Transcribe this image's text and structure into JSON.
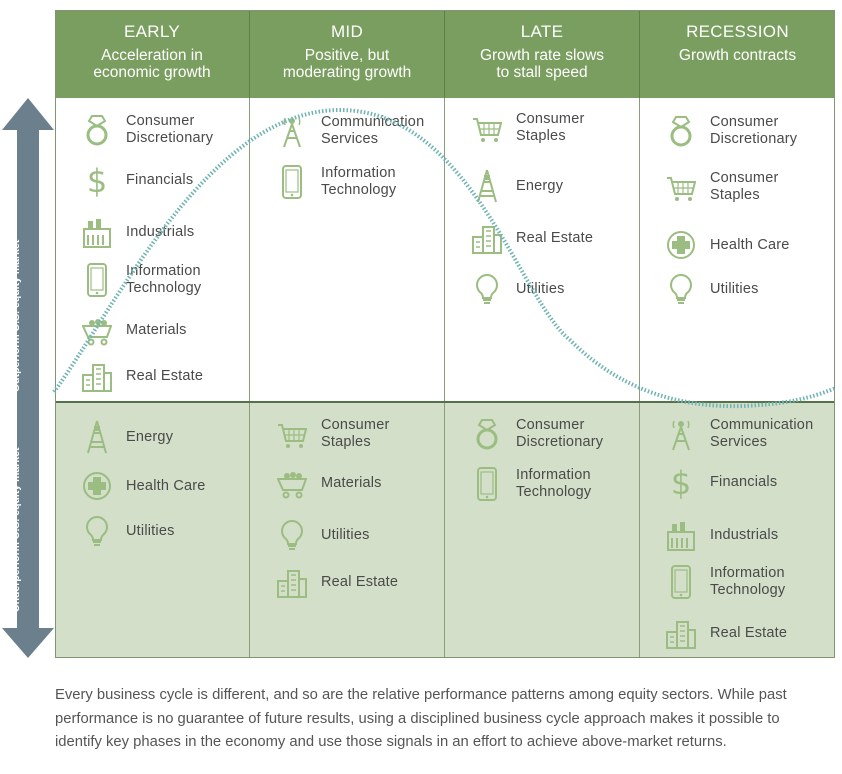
{
  "phases": [
    {
      "name": "EARLY",
      "desc": "Acceleration in\neconomic growth"
    },
    {
      "name": "MID",
      "desc": "Positive, but\nmoderating growth"
    },
    {
      "name": "LATE",
      "desc": "Growth rate slows\nto stall speed"
    },
    {
      "name": "RECESSION",
      "desc": "Growth contracts"
    }
  ],
  "axis": {
    "outperform": "Outperform U.S. equity market",
    "underperform": "Underperform U.S. equity market"
  },
  "outperform": [
    [
      {
        "label": "Consumer\nDiscretionary",
        "icon": "ring-icon"
      },
      {
        "label": "Financials",
        "icon": "dollar-icon"
      },
      {
        "label": "Industrials",
        "icon": "factory-icon"
      },
      {
        "label": "Information\nTechnology",
        "icon": "phone-icon"
      },
      {
        "label": "Materials",
        "icon": "cart-icon"
      },
      {
        "label": "Real Estate",
        "icon": "buildings-icon"
      }
    ],
    [
      {
        "label": "Communication\nServices",
        "icon": "tower-icon"
      },
      {
        "label": "Information\nTechnology",
        "icon": "phone-icon"
      }
    ],
    [
      {
        "label": "Consumer\nStaples",
        "icon": "basket-icon"
      },
      {
        "label": "Energy",
        "icon": "rig-icon"
      },
      {
        "label": "Real Estate",
        "icon": "buildings-icon"
      },
      {
        "label": "Utilities",
        "icon": "bulb-icon"
      }
    ],
    [
      {
        "label": "Consumer\nDiscretionary",
        "icon": "ring-icon"
      },
      {
        "label": "Consumer\nStaples",
        "icon": "basket-icon"
      },
      {
        "label": "Health Care",
        "icon": "cross-icon"
      },
      {
        "label": "Utilities",
        "icon": "bulb-icon"
      }
    ]
  ],
  "underperform": [
    [
      {
        "label": "Energy",
        "icon": "rig-icon"
      },
      {
        "label": "Health Care",
        "icon": "cross-icon"
      },
      {
        "label": "Utilities",
        "icon": "bulb-icon"
      }
    ],
    [
      {
        "label": "Consumer\nStaples",
        "icon": "basket-icon"
      },
      {
        "label": "Materials",
        "icon": "cart-icon"
      },
      {
        "label": "Utilities",
        "icon": "bulb-icon"
      },
      {
        "label": "Real Estate",
        "icon": "buildings-icon"
      }
    ],
    [
      {
        "label": "Consumer\nDiscretionary",
        "icon": "ring-icon"
      },
      {
        "label": "Information\nTechnology",
        "icon": "phone-icon"
      }
    ],
    [
      {
        "label": "Communication\nServices",
        "icon": "tower-icon"
      },
      {
        "label": "Financials",
        "icon": "dollar-icon"
      },
      {
        "label": "Industrials",
        "icon": "factory-icon"
      },
      {
        "label": "Information\nTechnology",
        "icon": "phone-icon"
      },
      {
        "label": "Real Estate",
        "icon": "buildings-icon"
      }
    ]
  ],
  "caption": "Every business cycle is different, and so are the relative performance patterns among equity sectors. While past performance is no guarantee of future results, using a disciplined business cycle approach makes it possible to identify key phases in the economy and use those signals in an effort to achieve above-market returns.",
  "colors": {
    "header": "#7a9e5f",
    "underperform_bg": "#d3dfc9",
    "icon": "#9bbd82",
    "curve": "#6fb3b3",
    "arrow": "#6b7f8c"
  }
}
